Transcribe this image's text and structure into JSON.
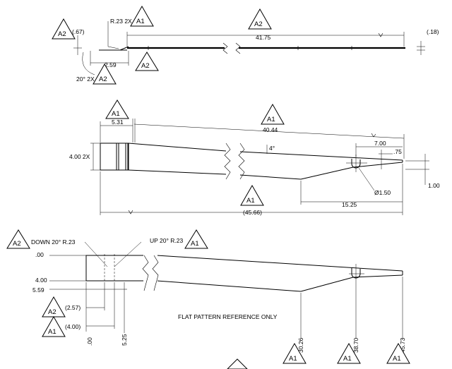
{
  "section_top": {
    "callout_R": "R.23 2X",
    "tag_R": "A1",
    "tag_overall": "A2",
    "overall_length": "41.75",
    "tag_left": "A2",
    "dim_left": "(.67)",
    "dim_right": "(.18)",
    "dim_259": "2.59",
    "tag_259": "A2",
    "angle_label": "20° 2X",
    "tag_angle": "A2"
  },
  "section_mid": {
    "tag_531": "A1",
    "dim_531": "5.31",
    "tag_4044": "A1",
    "dim_4044": "40.44",
    "dim_700": "7.00",
    "dim_75": ".75",
    "angle_4": "4°",
    "dim_height": "4.00 2X",
    "dim_100": "1.00",
    "dim_hole": "Ø1.50",
    "tag_bottom": "A1",
    "dim_1525": "15.25",
    "dim_overall": "(45.66)"
  },
  "section_flat": {
    "tag_down": "A2",
    "label_down": "DOWN 20° R.23",
    "label_up": "UP 20° R.23",
    "tag_up": "A1",
    "ord_000": ".00",
    "ord_400": "4.00",
    "ord_559": "5.59",
    "tag_257": "A2",
    "dim_257": "(2.57)",
    "tag_400": "A1",
    "dim_400": "(4.00)",
    "note": "FLAT PATTERN REFERENCE ONLY",
    "bottom_ords": [
      ".00",
      "5.25",
      "30.26",
      "38.70",
      "45.73"
    ],
    "bottom_tags": [
      "A1",
      "A1",
      "A1"
    ]
  }
}
